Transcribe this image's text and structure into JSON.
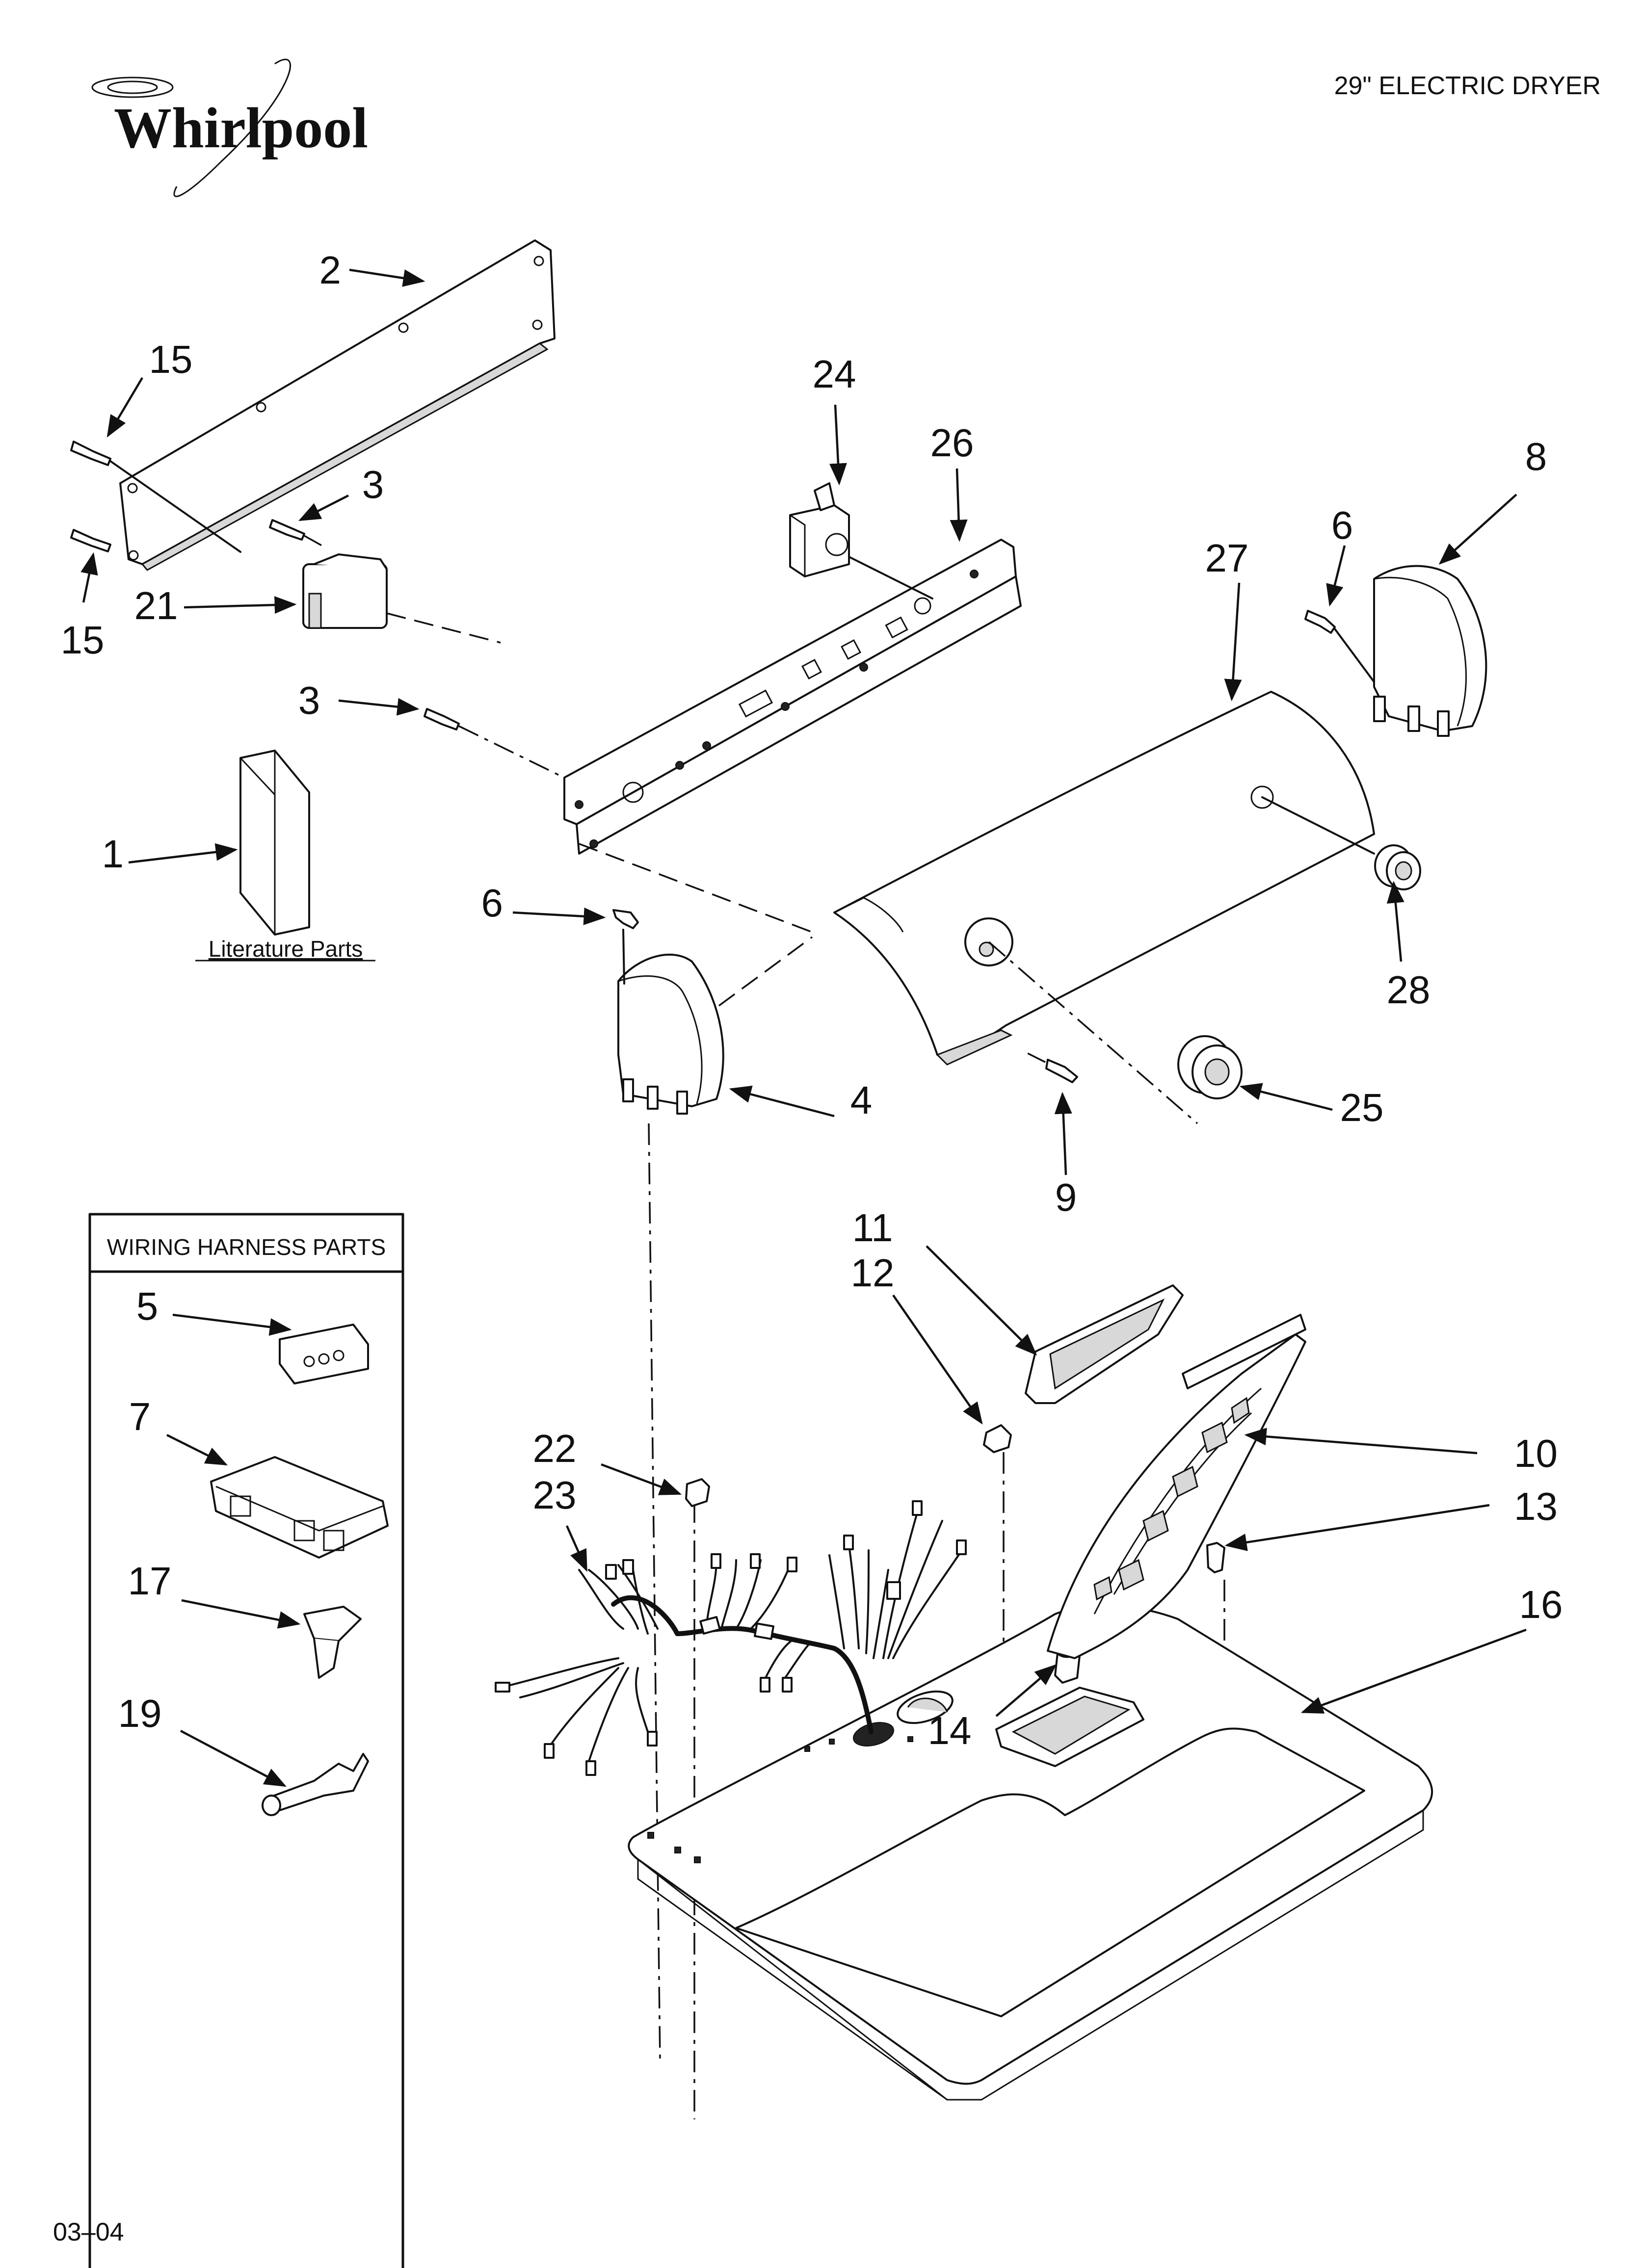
{
  "brand": {
    "logo_text": "Whirlpool"
  },
  "header": {
    "model_title": "29\" ELECTRIC DRYER"
  },
  "footer": {
    "date_code": "03–04"
  },
  "sections": {
    "literature_label": "Literature Parts",
    "wiring_box_title": "WIRING HARNESS PARTS"
  },
  "callouts": {
    "c1": "1",
    "c2": "2",
    "c3a": "3",
    "c3b": "3",
    "c4": "4",
    "c5": "5",
    "c6a": "6",
    "c6b": "6",
    "c7": "7",
    "c8": "8",
    "c9": "9",
    "c10": "10",
    "c11": "11",
    "c12": "12",
    "c13": "13",
    "c14": "14",
    "c15a": "15",
    "c15b": "15",
    "c16": "16",
    "c17": "17",
    "c19": "19",
    "c21": "21",
    "c22": "22",
    "c23": "23",
    "c24": "24",
    "c25": "25",
    "c26": "26",
    "c27": "27",
    "c28": "28"
  }
}
